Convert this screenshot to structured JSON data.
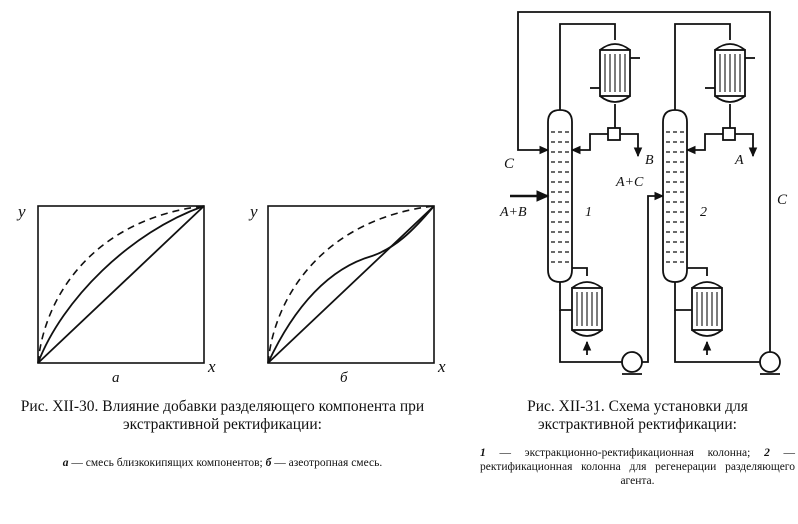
{
  "fig30": {
    "caption": "Рис. XII-30. Влияние добавки разделяющего компонента при экстрактивной ректификации:",
    "legend_a_letter": "а",
    "legend_a_text": "— смесь близкокипящих компонентов;",
    "legend_b_letter": "б",
    "legend_b_text": "— азеотропная смесь.",
    "panel_a": {
      "ylabel": "y",
      "xlabel": "x",
      "sublabel": "а"
    },
    "panel_b": {
      "ylabel": "y",
      "xlabel": "x",
      "sublabel": "б"
    }
  },
  "fig31": {
    "caption": "Рис. XII-31. Схема установки для экстрактивной ректификации:",
    "legend_1_num": "1",
    "legend_1_text": "— экстракционно-ректификационная колонна;",
    "legend_2_num": "2",
    "legend_2_text": "— ректификационная колонна для регенерации разделяющего агента.",
    "labels": {
      "c_left": "C",
      "feed": "A+B",
      "col1": "1",
      "b_out": "B",
      "ac": "A+C",
      "col2": "2",
      "a_out": "A",
      "c_right": "C"
    }
  }
}
